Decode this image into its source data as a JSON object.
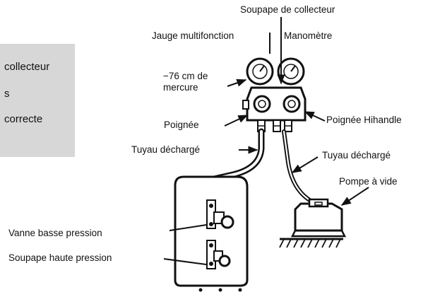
{
  "panel": {
    "lines": [
      "collecteur",
      "s",
      "correcte"
    ]
  },
  "labels": {
    "soupape_collecteur": "Soupape de collecteur",
    "jauge": "Jauge multifonction",
    "manometre": "Manomètre",
    "mercure_1": "−76 cm de",
    "mercure_2": "mercure",
    "poignee": "Poignée",
    "poignee_hihandle": "Poignée Hihandle",
    "tuyau_decharge_left": "Tuyau déchargé",
    "tuyau_decharge_right": "Tuyau déchargé",
    "pompe_vide": "Pompe à vide",
    "vanne_basse": "Vanne basse pression",
    "soupape_haute": "Soupape haute pression"
  },
  "colors": {
    "panel": "#d7d7d7",
    "ink": "#111111"
  }
}
